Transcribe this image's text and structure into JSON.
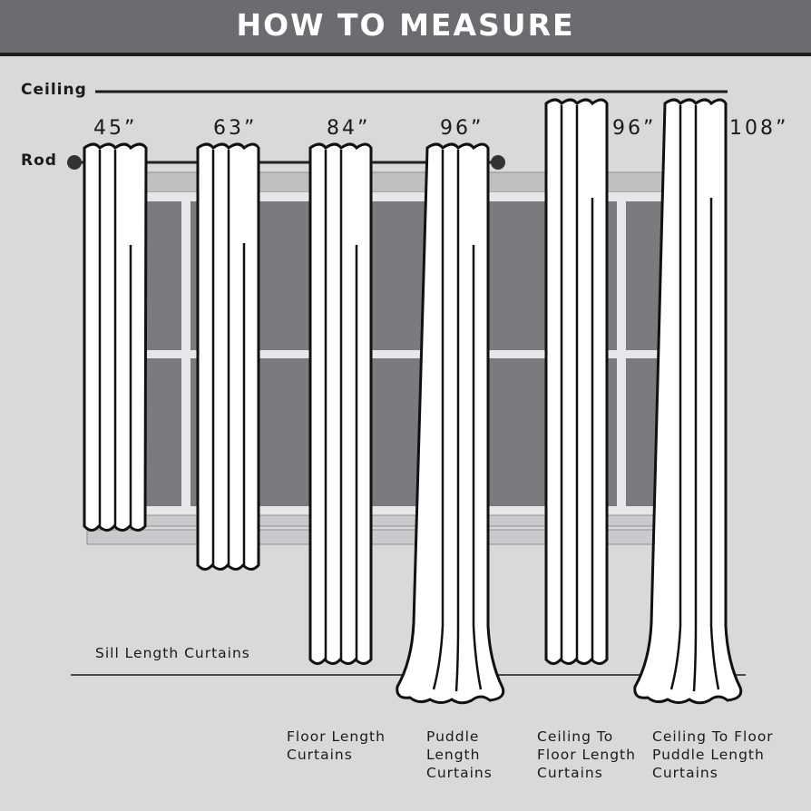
{
  "title": "HOW TO MEASURE",
  "labels": {
    "ceiling": "Ceiling",
    "rod": "Rod",
    "sill": "Sill Length Curtains"
  },
  "lengths": [
    "45”",
    "63”",
    "84”",
    "96”",
    "96”",
    "108”"
  ],
  "captions": {
    "floor": [
      "Floor Length",
      "Curtains"
    ],
    "puddle": [
      "Puddle",
      "Length",
      "Curtains"
    ],
    "ceiling_floor": [
      "Ceiling To",
      "Floor Length",
      "Curtains"
    ],
    "ceiling_puddle": [
      "Ceiling To Floor",
      "Puddle Length",
      "Curtains"
    ]
  },
  "colors": {
    "header": "#6b6c6f",
    "background": "#d8d9db",
    "window_pane": "#7a7b7e",
    "curtain": "#ffffff",
    "outline": "#111111"
  }
}
